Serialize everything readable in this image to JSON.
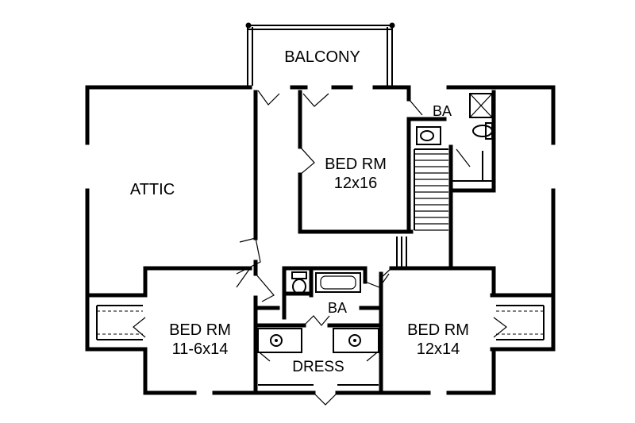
{
  "rooms": {
    "balcony": {
      "name": "BALCONY"
    },
    "attic": {
      "name": "ATTIC"
    },
    "bed_top": {
      "name": "BED RM",
      "size": "12x16"
    },
    "bath_top": {
      "name": "BA"
    },
    "bath_mid": {
      "name": "BA"
    },
    "bed_left": {
      "name": "BED RM",
      "size": "11-6x14"
    },
    "bed_right": {
      "name": "BED RM",
      "size": "12x14"
    },
    "dress": {
      "name": "DRESS"
    }
  }
}
